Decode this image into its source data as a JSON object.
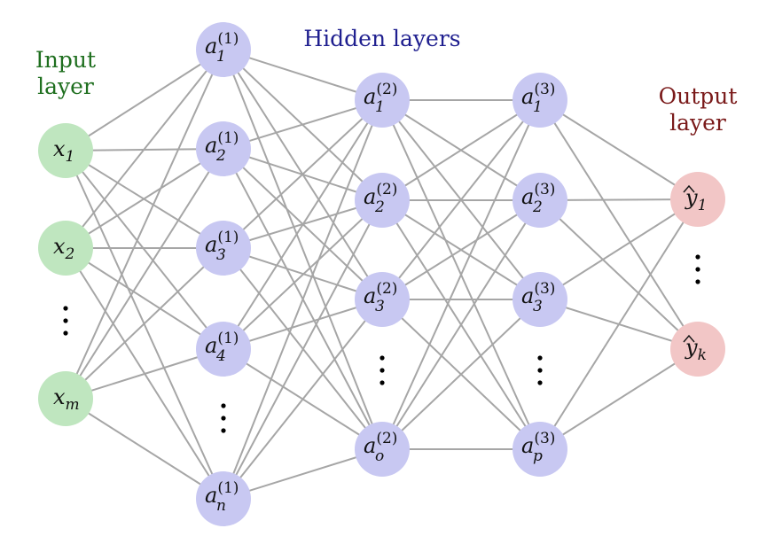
{
  "colors": {
    "input_fill": "#bfe6bf",
    "hidden_fill": "#c8c8f2",
    "output_fill": "#f2c6c6",
    "edge": "#a6a6a6",
    "input_text": "#1f6f1f",
    "hidden_text": "#1f1f8f",
    "output_text": "#7a1a1a"
  },
  "captions": {
    "input_line1": "Input",
    "input_line2": "layer",
    "hidden": "Hidden layers",
    "output_line1": "Output",
    "output_line2": "layer"
  },
  "layers": {
    "input": [
      {
        "id": "x1",
        "base": "x",
        "sub": "1"
      },
      {
        "id": "x2",
        "base": "x",
        "sub": "2"
      },
      {
        "id": "dots"
      },
      {
        "id": "xm",
        "base": "x",
        "sub": "m"
      }
    ],
    "hidden1": [
      {
        "id": "a1_1",
        "base": "a",
        "sub": "1",
        "sup": "(1)"
      },
      {
        "id": "a2_1",
        "base": "a",
        "sub": "2",
        "sup": "(1)"
      },
      {
        "id": "a3_1",
        "base": "a",
        "sub": "3",
        "sup": "(1)"
      },
      {
        "id": "a4_1",
        "base": "a",
        "sub": "4",
        "sup": "(1)"
      },
      {
        "id": "dots"
      },
      {
        "id": "an_1",
        "base": "a",
        "sub": "n",
        "sup": "(1)"
      }
    ],
    "hidden2": [
      {
        "id": "a1_2",
        "base": "a",
        "sub": "1",
        "sup": "(2)"
      },
      {
        "id": "a2_2",
        "base": "a",
        "sub": "2",
        "sup": "(2)"
      },
      {
        "id": "a3_2",
        "base": "a",
        "sub": "3",
        "sup": "(2)"
      },
      {
        "id": "dots"
      },
      {
        "id": "ao_2",
        "base": "a",
        "sub": "o",
        "sup": "(2)"
      }
    ],
    "hidden3": [
      {
        "id": "a1_3",
        "base": "a",
        "sub": "1",
        "sup": "(3)"
      },
      {
        "id": "a2_3",
        "base": "a",
        "sub": "2",
        "sup": "(3)"
      },
      {
        "id": "a3_3",
        "base": "a",
        "sub": "3",
        "sup": "(3)"
      },
      {
        "id": "dots"
      },
      {
        "id": "ap_3",
        "base": "a",
        "sub": "p",
        "sup": "(3)"
      }
    ],
    "output": [
      {
        "id": "y1",
        "base": "y",
        "hat": true,
        "sub": "1"
      },
      {
        "id": "dots"
      },
      {
        "id": "yk",
        "base": "y",
        "hat": true,
        "sub": "k"
      }
    ]
  }
}
